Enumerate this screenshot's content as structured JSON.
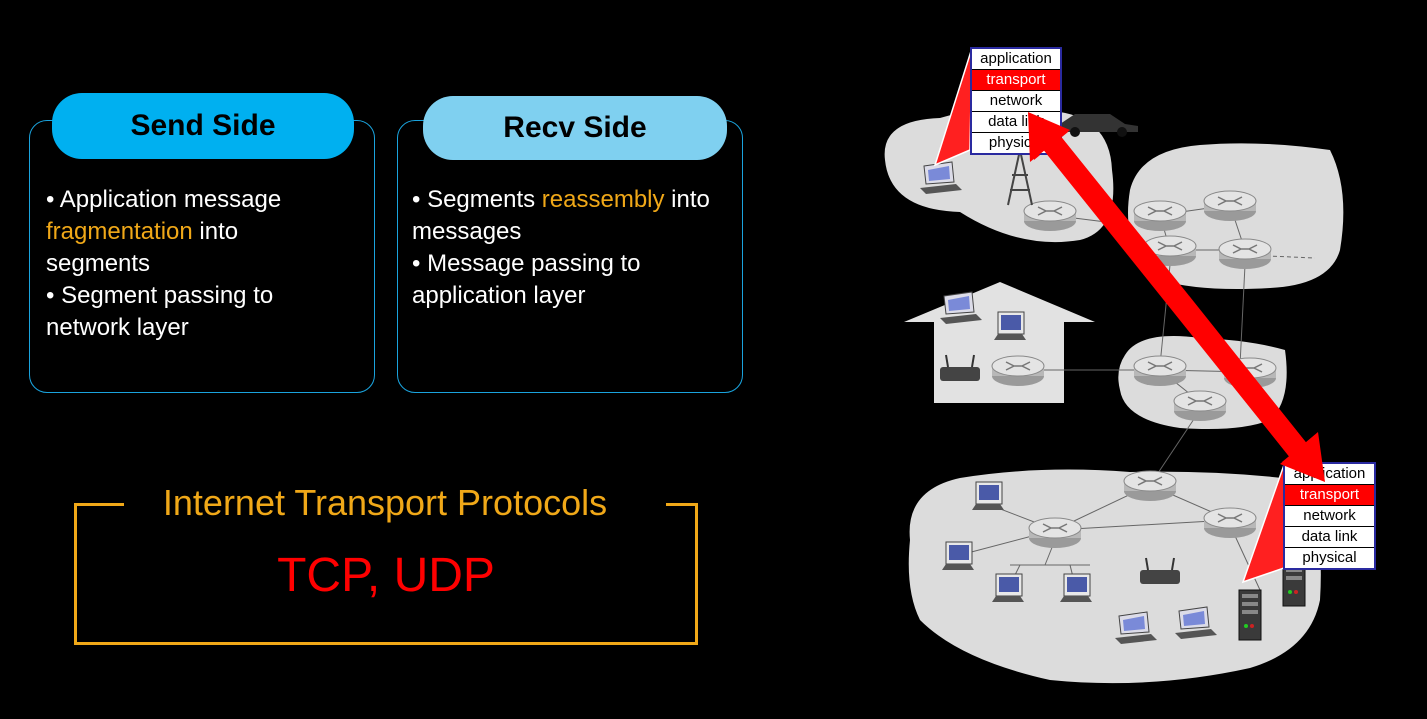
{
  "send_side": {
    "title": "Send Side",
    "bullet1_pre": "• Application message ",
    "bullet1_hl": "fragmentation",
    "bullet1_post": " into segments",
    "bullet2": "• Segment passing to network layer"
  },
  "recv_side": {
    "title": "Recv Side",
    "bullet1_pre": "• Segments ",
    "bullet1_hl": "reassembly",
    "bullet1_post": " into messages",
    "bullet2": "• Message passing to application layer"
  },
  "protocols": {
    "title": "Internet Transport Protocols",
    "main": "TCP, UDP"
  },
  "stack_top": {
    "layers": [
      "application",
      "transport",
      "network",
      "data link",
      "physical"
    ],
    "highlighted": "transport"
  },
  "stack_bottom": {
    "layers": [
      "application",
      "transport",
      "network",
      "data link",
      "physical"
    ],
    "highlighted": "transport"
  },
  "colors": {
    "send_pill": "#00b0f0",
    "recv_pill": "#7fd0f0",
    "card_border": "#1aa3dd",
    "highlight": "#f0a818",
    "protocol_red": "#ff0000",
    "arrow_red": "#ff0000"
  }
}
